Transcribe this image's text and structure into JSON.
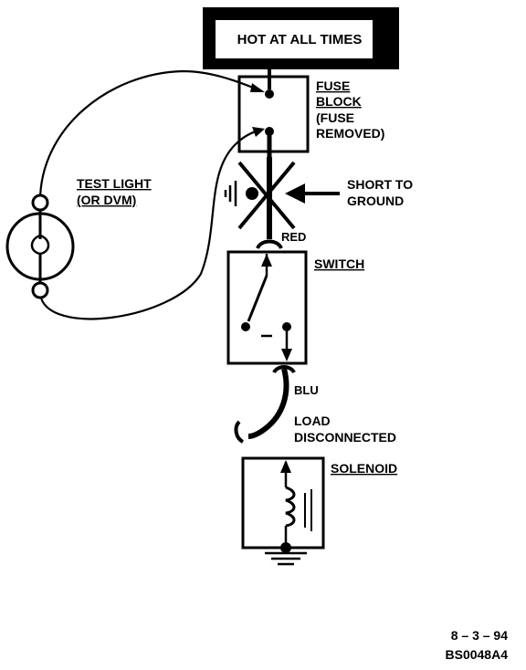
{
  "banner": {
    "text": "HOT AT ALL TIMES"
  },
  "fuse_block": {
    "title_line1": "FUSE",
    "title_line2": "BLOCK",
    "note_line1": "(FUSE",
    "note_line2": "REMOVED)"
  },
  "test_light": {
    "line1": "TEST LIGHT",
    "line2": "(OR DVM)"
  },
  "short": {
    "line1": "SHORT TO",
    "line2": "GROUND"
  },
  "wires": {
    "upper": "RED",
    "lower": "BLU"
  },
  "switch": {
    "label": "SWITCH"
  },
  "load": {
    "line1": "LOAD",
    "line2": "DISCONNECTED"
  },
  "solenoid": {
    "label": "SOLENOID"
  },
  "footer": {
    "date": "8 – 3 – 94",
    "code": "BS0048A4"
  },
  "colors": {
    "ink": "#000000",
    "paper": "#ffffff"
  }
}
